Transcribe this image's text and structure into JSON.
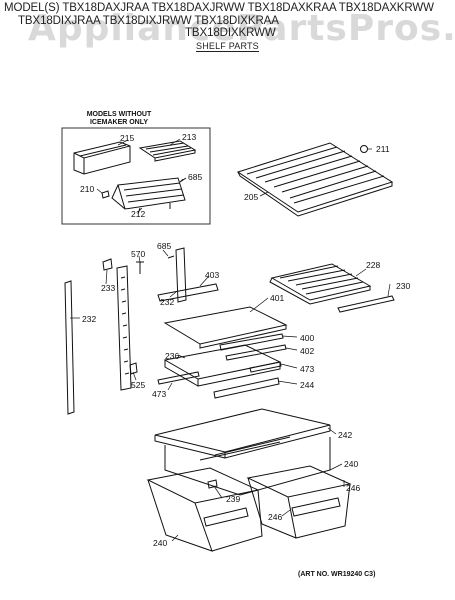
{
  "header": {
    "model_line_1": "MODEL(S) TBX18DAXJRAA  TBX18DAXJRWW  TBX18DAXKRAA  TBX18DAXKRWW",
    "model_line_2": "TBX18DIXJRAA  TBX18DIXJRWW  TBX18DIXKRAA",
    "model_line_3": "TBX18DIXKRWW",
    "subtitle": "SHELF PARTS"
  },
  "watermark": "AppliancePartsPros.com",
  "box_note": "MODELS WITHOUT ICEMAKER ONLY",
  "art_number": "(ART NO. WR19240 C3)",
  "part_labels": {
    "p215": "215",
    "p213": "213",
    "p685a": "685",
    "p210": "210",
    "p212": "212",
    "p211": "211",
    "p205": "205",
    "p685b": "685",
    "p570": "570",
    "p403": "403",
    "p233": "233",
    "p232a": "232",
    "p232b": "232",
    "p401": "401",
    "p228": "228",
    "p230": "230",
    "p400": "400",
    "p402": "402",
    "p236": "236",
    "p473a": "473",
    "p244": "244",
    "p525": "525",
    "p473b": "473",
    "p242": "242",
    "p240a": "240",
    "p246a": "246",
    "p239": "239",
    "p246b": "246",
    "p240b": "240"
  }
}
